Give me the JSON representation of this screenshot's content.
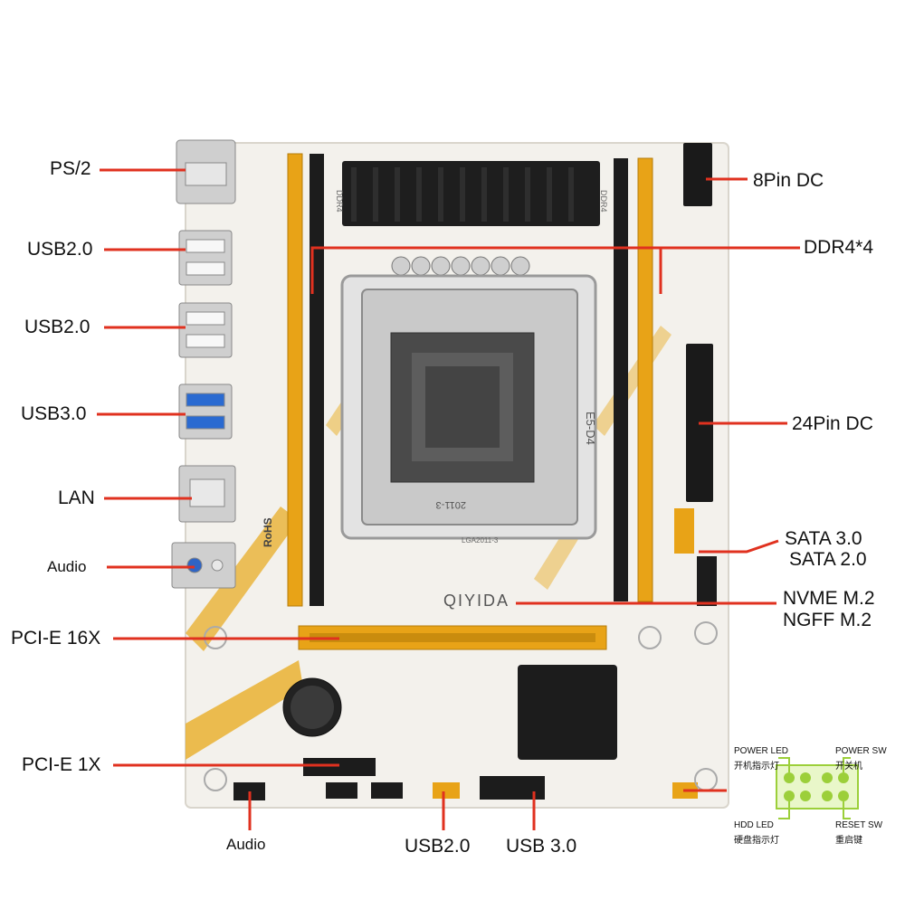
{
  "labels": {
    "ps2": "PS/2",
    "usb20_a": "USB2.0",
    "usb20_b": "USB2.0",
    "usb30": "USB3.0",
    "lan": "LAN",
    "audio_rear": "Audio",
    "pcie16": "PCI-E 16X",
    "pcie1": "PCI-E 1X",
    "audio_bottom": "Audio",
    "usb20_bottom": "USB2.0",
    "usb30_bottom": "USB 3.0",
    "dc8": "8Pin DC",
    "ddr4": "DDR4*4",
    "dc24": "24Pin DC",
    "sata30": "SATA 3.0",
    "sata20": "SATA 2.0",
    "nvme": "NVME M.2",
    "ngff": "NGFF  M.2"
  },
  "board": {
    "brand": "QIYIDA",
    "model": "E5-D4",
    "socket": "2011-3",
    "socket_small": "LGA2011-3",
    "rohs": "RoHS",
    "ddr_marks": [
      "DDR4",
      "DDR4"
    ]
  },
  "panel": {
    "power_led_en": "POWER LED",
    "power_led_cn": "开机指示灯",
    "power_sw_en": "POWER SW",
    "power_sw_cn": "开关机",
    "hdd_led_en": "HDD LED",
    "hdd_led_cn": "硬盘指示灯",
    "reset_sw_en": "RESET SW",
    "reset_sw_cn": "重启键"
  },
  "colors": {
    "board": "#f3f1ec",
    "slot_yellow": "#e8a317",
    "slot_black": "#1c1c1c",
    "pointer": "#e0311f",
    "panel_green": "#9ccf3a"
  }
}
